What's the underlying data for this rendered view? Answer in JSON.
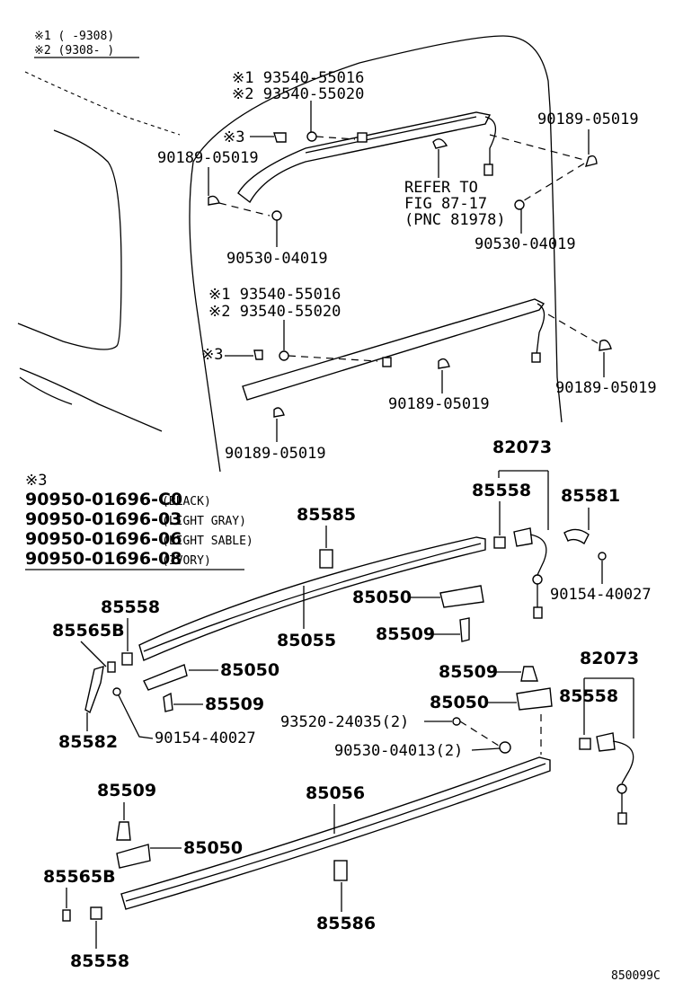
{
  "diagram_id": "850099C",
  "legend": {
    "note1": "※1 (   -9308)",
    "note2": "※2 (9308-   )"
  },
  "refer": [
    "REFER TO",
    "FIG 87-17",
    "(PNC 81978)"
  ],
  "note3_header": "※3",
  "note3_rows": [
    {
      "part": "90950-01696-C0",
      "color": "(BLACK)"
    },
    {
      "part": "90950-01696-03",
      "color": "(LIGHT GRAY)"
    },
    {
      "part": "90950-01696-06",
      "color": "(LIGHT SABLE)"
    },
    {
      "part": "90950-01696-08",
      "color": "(IVORY)"
    }
  ],
  "labels": {
    "u_n1a": "※1 93540-55016",
    "u_n2a": "※2 93540-55020",
    "u_s3a": "※3",
    "u_90189_left": "90189-05019",
    "u_90189_right": "90189-05019",
    "u_90530_left": "90530-04019",
    "u_90530_right": "90530-04019",
    "l_n1b": "※1 93540-55016",
    "l_n2b": "※2 93540-55020",
    "l_s3b": "※3",
    "l_90189_mid": "90189-05019",
    "l_90189_right": "90189-05019",
    "l_90189_bottom": "90189-05019",
    "p82073_top": "82073",
    "p85558_top": "85558",
    "p85581": "85581",
    "p90154_right": "90154-40027",
    "p85585": "85585",
    "p85050_a": "85050",
    "p85055": "85055",
    "p85509_a": "85509",
    "p85558_left": "85558",
    "p85565B_top": "85565B",
    "p85050_b": "85050",
    "p85509_b": "85509",
    "p85582": "85582",
    "p90154_left": "90154-40027",
    "p85509_c": "85509",
    "p82073_bottom": "82073",
    "p85050_c": "85050",
    "p85558_right": "85558",
    "p93520": "93520-24035(2)",
    "p90530_04013": "90530-04013(2)",
    "p85509_d": "85509",
    "p85056": "85056",
    "p85050_d": "85050",
    "p85565B_bottom": "85565B",
    "p85586": "85586",
    "p85558_bottom": "85558"
  }
}
